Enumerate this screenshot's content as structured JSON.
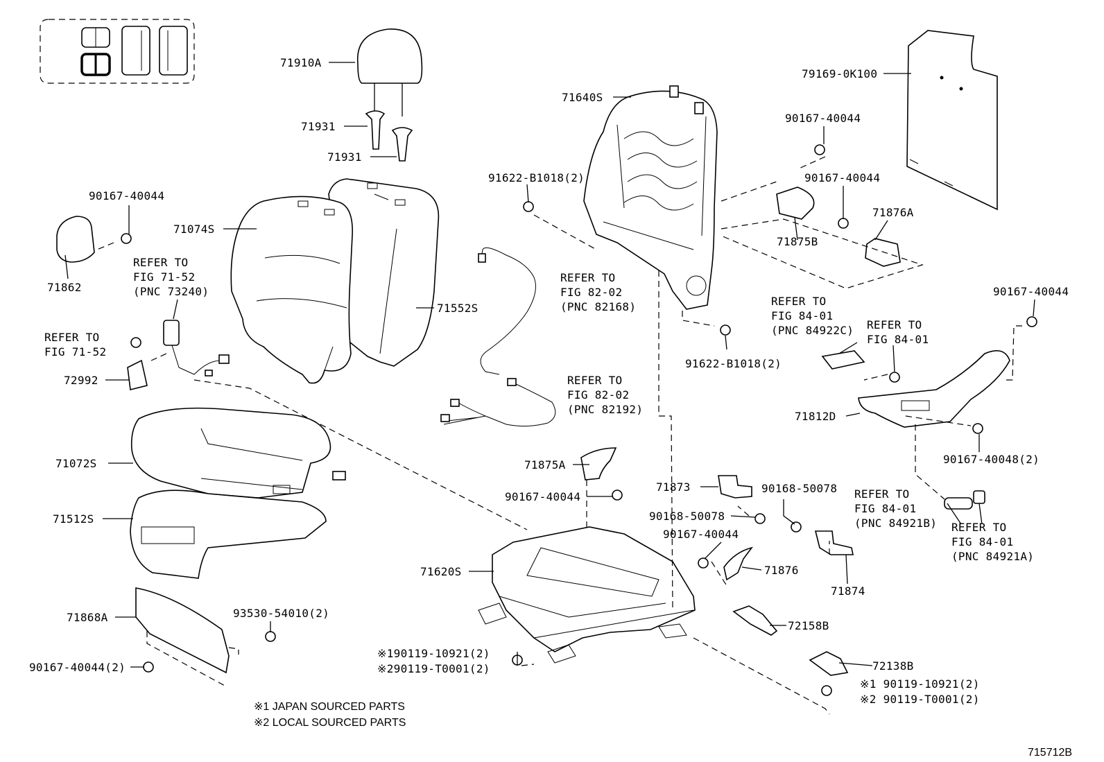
{
  "diagram": {
    "figure_code": "715712B",
    "footnotes": [
      "※1 JAPAN SOURCED PARTS",
      "※2 LOCAL SOURCED PARTS"
    ],
    "labels": {
      "p71910A": "71910A",
      "p71931a": "71931",
      "p71931b": "71931",
      "p71640S": "71640S",
      "p79169": "79169-0K100",
      "p90167_tr1": "90167-40044",
      "p90167_tr2": "90167-40044",
      "p71875B": "71875B",
      "p71876A": "71876A",
      "p91622a": "91622-B1018(2)",
      "p91622b": "91622-B1018(2)",
      "p90167_l": "90167-40044",
      "p71862": "71862",
      "p71074S": "71074S",
      "p71552S": "71552S",
      "p72992": "72992",
      "p71072S": "71072S",
      "p71512S": "71512S",
      "p71868A": "71868A",
      "p93530": "93530-54010(2)",
      "p90167_2": "90167-40044(2)",
      "p71875A": "71875A",
      "p90167_m": "90167-40044",
      "p71873": "71873",
      "p90168a": "90168-50078",
      "p90168b": "90168-50078",
      "p90167_m2": "90167-40044",
      "p71620S": "71620S",
      "p71876": "71876",
      "p71874": "71874",
      "p72158B": "72158B",
      "p72138B": "72138B",
      "p90119a1": "※190119-10921(2)",
      "p90119a2": "※290119-T0001(2)",
      "p90119b1": "※1 90119-10921(2)",
      "p90119b2": "※2 90119-T0001(2)",
      "p90167_r": "90167-40044",
      "p71812D": "71812D",
      "p90167_48": "90167-40048(2)"
    },
    "refer_notes": {
      "r1": [
        "REFER TO",
        "FIG 71-52",
        "(PNC 73240)"
      ],
      "r2": [
        "REFER TO",
        "FIG 71-52"
      ],
      "r3": [
        "REFER TO",
        "FIG 82-02",
        "(PNC 82168)"
      ],
      "r4": [
        "REFER TO",
        "FIG 82-02",
        "(PNC 82192)"
      ],
      "r5": [
        "REFER TO",
        "FIG 84-01",
        "(PNC 84922C)"
      ],
      "r6": [
        "REFER TO",
        "FIG 84-01"
      ],
      "r7": [
        "REFER TO",
        "FIG 84-01",
        "(PNC 84921B)"
      ],
      "r8": [
        "REFER TO",
        "FIG 84-01",
        "(PNC 84921A)"
      ]
    }
  }
}
